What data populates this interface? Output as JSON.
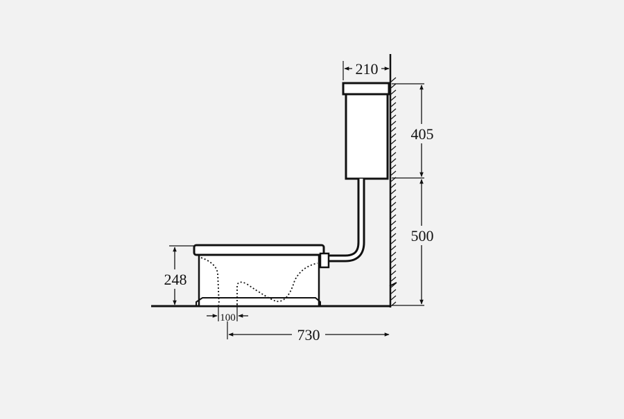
{
  "colors": {
    "background": "#f2f2f2",
    "ink": "#111111"
  },
  "dimensions": {
    "tank_depth": "210",
    "tank_height": "405",
    "tank_elevation": "500",
    "pan_height": "248",
    "outlet_offset": "100",
    "total_depth": "730"
  }
}
